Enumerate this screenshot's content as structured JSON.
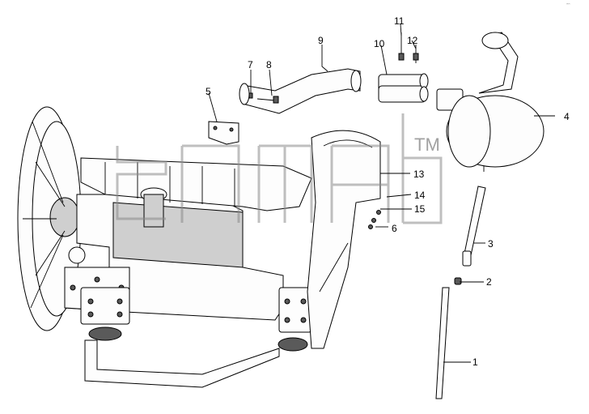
{
  "watermark": {
    "trademark": "TM"
  },
  "corner_mark": "ᵔᵔ",
  "callouts": [
    {
      "id": "c1",
      "text": "1"
    },
    {
      "id": "c2",
      "text": "2"
    },
    {
      "id": "c3",
      "text": "3"
    },
    {
      "id": "c4",
      "text": "4"
    },
    {
      "id": "c5",
      "text": "5"
    },
    {
      "id": "c6",
      "text": "6"
    },
    {
      "id": "c7",
      "text": "7"
    },
    {
      "id": "c8",
      "text": "8"
    },
    {
      "id": "c9",
      "text": "9"
    },
    {
      "id": "c10",
      "text": "10"
    },
    {
      "id": "c11",
      "text": "11"
    },
    {
      "id": "c12",
      "text": "12"
    },
    {
      "id": "c13",
      "text": "13"
    },
    {
      "id": "c14",
      "text": "14"
    },
    {
      "id": "c15",
      "text": "15"
    }
  ]
}
